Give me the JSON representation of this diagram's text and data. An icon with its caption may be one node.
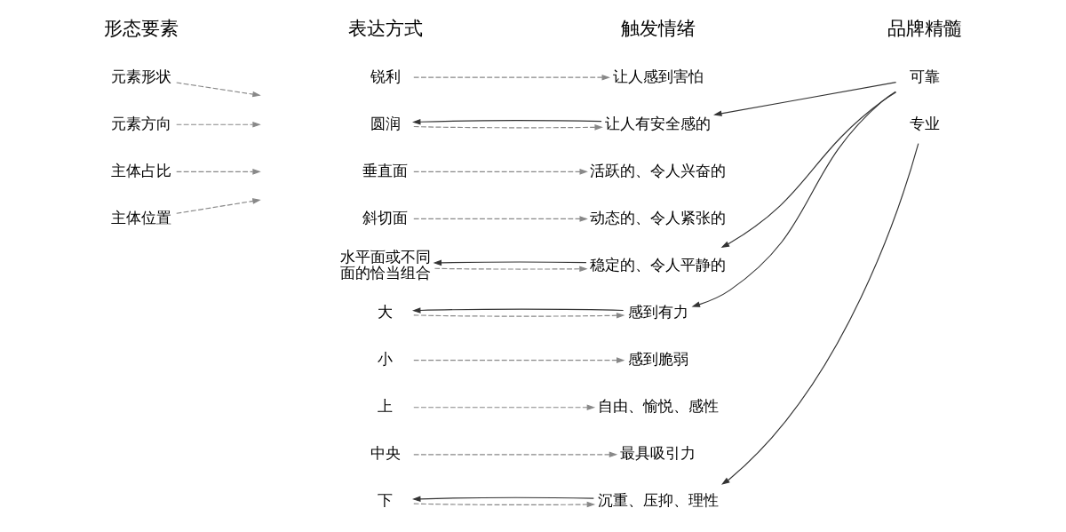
{
  "diagram": {
    "nodes": [
      {
        "text": [
          "元素形状"
        ]
      },
      {
        "text": [
          "锐利"
        ]
      },
      {
        "text": [
          "圆润"
        ]
      },
      {
        "text": [
          "让人感到害怕"
        ]
      },
      {
        "text": [
          "让人有安全感的"
        ]
      },
      {
        "text": [
          "元素方向"
        ]
      },
      {
        "text": [
          "垂直面"
        ]
      },
      {
        "text": [
          "斜切面"
        ]
      },
      {
        "text": [
          "水平面或不同面的恰当组合"
        ]
      },
      {
        "text": [
          "活跃的、令人兴奋的"
        ]
      },
      {
        "text": [
          "动态的、令人紧张的"
        ]
      },
      {
        "text": [
          "稳定的、令人平静的"
        ]
      },
      {
        "text": [
          "主体占比"
        ]
      },
      {
        "text": [
          "大"
        ]
      },
      {
        "text": [
          "小"
        ]
      },
      {
        "text": [
          "感到有力"
        ]
      },
      {
        "text": [
          "感到脆弱"
        ]
      },
      {
        "text": [
          "主体位置"
        ]
      },
      {
        "text": [
          "上"
        ]
      },
      {
        "text": [
          "中央"
        ]
      },
      {
        "text": [
          "下"
        ]
      },
      {
        "text": [
          "自由、愉悦、感性"
        ]
      },
      {
        "text": [
          "最具吸引力"
        ]
      },
      {
        "text": [
          "沉重、压抑、理性"
        ]
      },
      {
        "text": [
          "可靠"
        ]
      },
      {
        "text": [
          "专业"
        ]
      }
    ],
    "edges": [
      {
        "from": 0,
        "to": null,
        "arrow": "to",
        "style": "dashed"
      },
      {
        "from": 1,
        "to": 3,
        "arrow": "to",
        "style": "dashed"
      },
      {
        "from": 2,
        "to": 4,
        "arrow": "to",
        "style": "dashed"
      },
      {
        "from": 4,
        "to": 2,
        "arrow": "to",
        "color": "#333333"
      },
      {
        "from": 5,
        "to": null,
        "arrow": "to",
        "style": "dashed"
      },
      {
        "from": 6,
        "to": 9,
        "arrow": "to",
        "style": "dashed"
      },
      {
        "from": 7,
        "to": 10,
        "arrow": "to",
        "style": "dashed"
      },
      {
        "from": 8,
        "to": 11,
        "arrow": "to",
        "style": "dashed"
      },
      {
        "from": 11,
        "to": 8,
        "arrow": "to",
        "color": "#333333"
      },
      {
        "from": 12,
        "to": null,
        "arrow": "to",
        "style": "dashed"
      },
      {
        "from": 13,
        "to": 15,
        "arrow": "to",
        "style": "dashed"
      },
      {
        "from": 15,
        "to": 13,
        "arrow": "to",
        "color": "#333333"
      },
      {
        "from": 14,
        "to": 16,
        "arrow": "to",
        "style": "dashed"
      },
      {
        "from": 17,
        "to": null,
        "arrow": "to",
        "style": "dashed"
      },
      {
        "from": 18,
        "to": 21,
        "arrow": "to",
        "style": "dashed"
      },
      {
        "from": 19,
        "to": 22,
        "arrow": "to",
        "style": "dashed"
      },
      {
        "from": 20,
        "to": 23,
        "arrow": "to",
        "style": "dashed"
      },
      {
        "from": 23,
        "to": 20,
        "arrow": "to",
        "color": "#333333"
      },
      {
        "from": 24,
        "to": 4,
        "arrow": "to",
        "color": "#333333"
      },
      {
        "from": 24,
        "to": 11,
        "arrow": "to",
        "color": "#333333"
      },
      {
        "from": 24,
        "to": 15,
        "arrow": "to",
        "color": "#333333"
      },
      {
        "from": 25,
        "to": 23,
        "arrow": "to",
        "color": "#333333"
      }
    ],
    "labels": [
      "形态要素",
      "表达方式",
      "触发情绪",
      "品牌精髓"
    ]
  }
}
